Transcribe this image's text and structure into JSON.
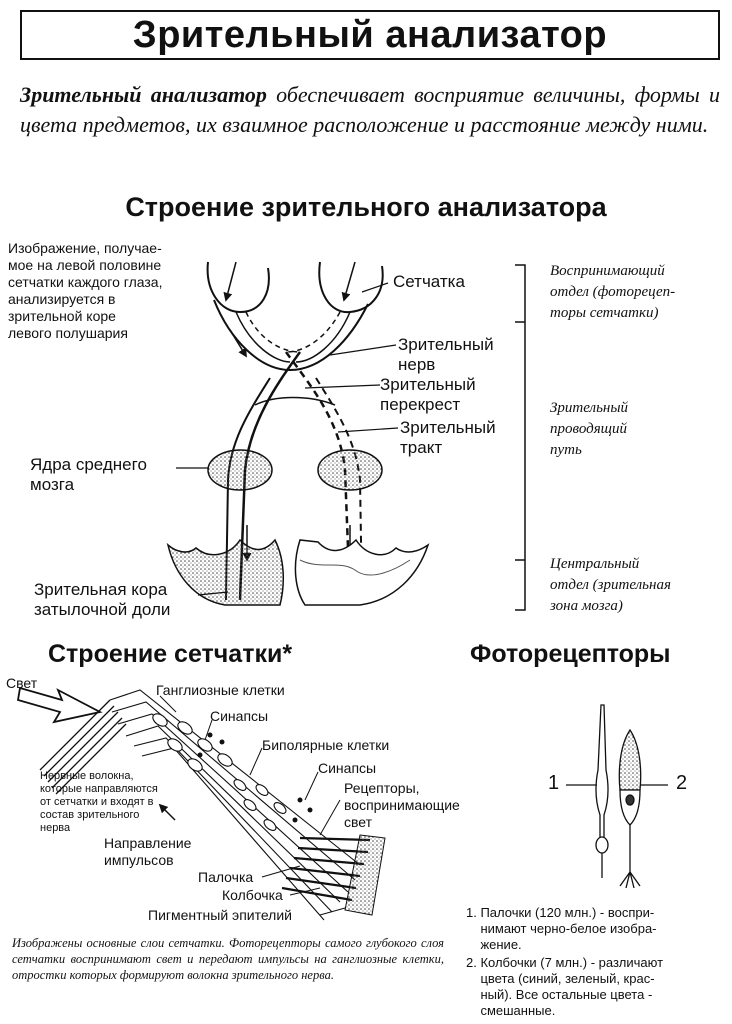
{
  "title": "Зрительный анализатор",
  "intro": {
    "bold": "Зрительный анализатор",
    "text": " обеспечивает восприятие величины, формы и цвета предметов, их взаимное расположение и расстояние между ними."
  },
  "structure": {
    "heading": "Строение зрительного анализатора",
    "left_note": "Изображение, получае-\nмое на левой половине\nсетчатки каждого глаза,\nанализируется в\nзрительной коре\nлевого полушария",
    "labels": {
      "retina": "Сетчатка",
      "nerve": "Зрительный\nнерв",
      "chiasm": "Зрительный\nперекрест",
      "tract": "Зрительный\nтракт",
      "midbrain": "Ядра среднего\nмозга",
      "cortex": "Зрительная кора\nзатылочной доли"
    },
    "departments": {
      "receptive": "Воспринимающий\nотдел (фоторецеп-\nторы сетчатки)",
      "conductive": "Зрительный\nпроводящий\nпуть",
      "central": "Центральный\nотдел (зрительная\nзона мозга)"
    }
  },
  "retina": {
    "heading": "Строение сетчатки*",
    "labels": {
      "light": "Свет",
      "ganglion": "Ганглиозные клетки",
      "synapses1": "Синапсы",
      "bipolar": "Биполярные клетки",
      "synapses2": "Синапсы",
      "receptors": "Рецепторы,\nвоспринимающие\nсвет",
      "fibers": "Нервные волокна,\nкоторые направляются\nот сетчатки и входят в\nсостав зрительного\nнерва",
      "impulse": "Направление\nимпульсов",
      "rod": "Палочка",
      "cone": "Колбочка",
      "pigment": "Пигментный эпителий"
    },
    "caption": "Изображены основные слои сетчатки. Фоторецепторы самого глубокого слоя сетчатки воспринимают свет и передают импульсы на ганглиозные клетки, отростки которых формируют волокна зрительного нерва."
  },
  "photoreceptors": {
    "heading": "Фоторецепторы",
    "mark1": "1",
    "mark2": "2",
    "items": [
      "1. Палочки (120 млн.) - воспри-\n    нимают черно-белое изобра-\n    жение.",
      "2. Колбочки (7 млн.) - различают\n    цвета (синий, зеленый, крас-\n    ный). Все остальные цвета -\n    смешанные."
    ]
  }
}
